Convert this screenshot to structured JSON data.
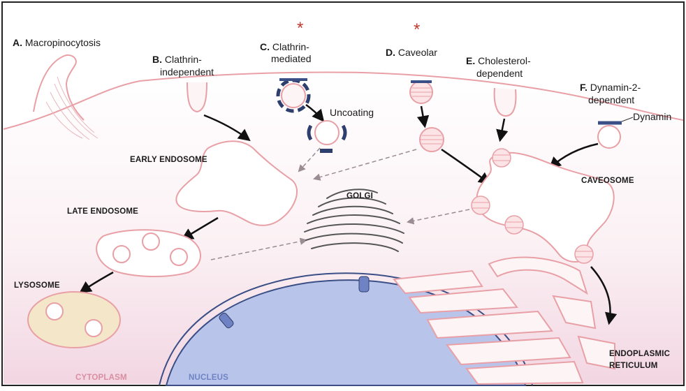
{
  "pathways": {
    "a": {
      "letter": "A.",
      "name": "Macropinocytosis"
    },
    "b": {
      "letter": "B.",
      "line1": "Clathrin-",
      "line2": "independent"
    },
    "c": {
      "letter": "C.",
      "line1": "Clathrin-",
      "line2": "mediated"
    },
    "d": {
      "letter": "D.",
      "name": "Caveolar"
    },
    "e": {
      "letter": "E.",
      "line1": "Cholesterol-",
      "line2": "dependent"
    },
    "f": {
      "letter": "F.",
      "line1": "Dynamin-2-",
      "line2": "dependent"
    }
  },
  "markers": {
    "asterisk": "*"
  },
  "labels": {
    "uncoating": "Uncoating",
    "dynamin": "Dynamin",
    "early_endosome": "EARLY ENDOSOME",
    "late_endosome": "LATE ENDOSOME",
    "lysosome": "LYSOSOME",
    "golgi": "GOLGI",
    "caveosome": "CAVEOSOME",
    "er_line1": "ENDOPLASMIC",
    "er_line2": "RETICULUM",
    "cytoplasm": "CYTOPLASM",
    "nucleus": "NUCLEUS"
  },
  "colors": {
    "membrane": "#e8a0a6",
    "cytoplasm_tint": "#f6e2ea",
    "nucleus_fill": "#b9c4ea",
    "lysosome_fill": "#f4e6c8",
    "coat": "#2e3f6e",
    "asterisk": "#c23a2e",
    "cytoplasm_text": "#d98ea2",
    "nucleus_text": "#6f83c4"
  }
}
